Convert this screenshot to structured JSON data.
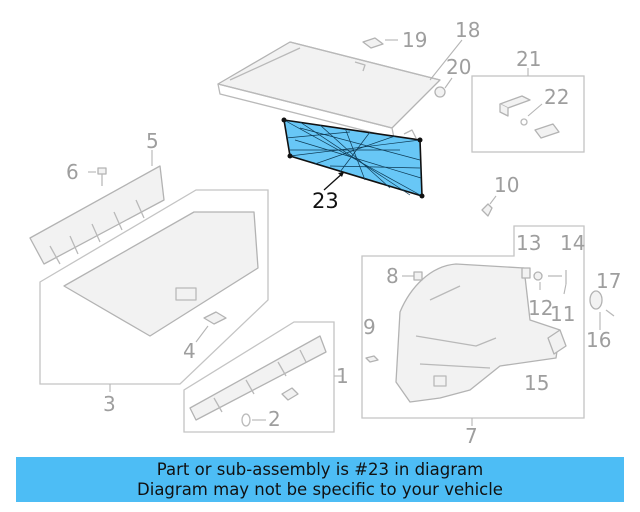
{
  "diagram": {
    "highlight_color": "#4dbdf5",
    "callouts": {
      "c1": "1",
      "c2": "2",
      "c3": "3",
      "c4": "4",
      "c5": "5",
      "c6": "6",
      "c7": "7",
      "c8": "8",
      "c9": "9",
      "c10": "10",
      "c11": "11",
      "c12": "12",
      "c13": "13",
      "c14": "14",
      "c15": "15",
      "c16": "16",
      "c17": "17",
      "c18": "18",
      "c19": "19",
      "c20": "20",
      "c21": "21",
      "c22": "22",
      "c23": "23"
    }
  },
  "banner": {
    "line1": "Part or sub-assembly is #23 in diagram",
    "line2": "Diagram may not be specific to your vehicle"
  }
}
